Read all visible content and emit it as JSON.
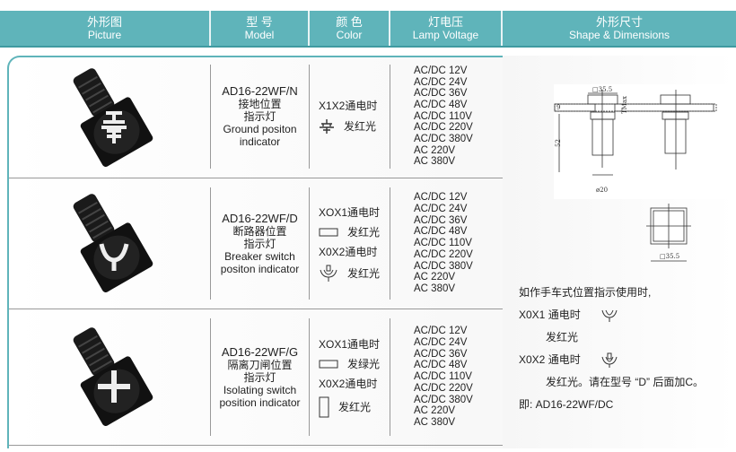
{
  "header": [
    {
      "zh": "外形图",
      "en": "Picture"
    },
    {
      "zh": "型 号",
      "en": "Model"
    },
    {
      "zh": "颜 色",
      "en": "Color"
    },
    {
      "zh": "灯电压",
      "en": "Lamp Voltage"
    },
    {
      "zh": "外形尺寸",
      "en": "Shape & Dimensions"
    }
  ],
  "rows": [
    {
      "model": "AD16-22WF/N",
      "zh1": "接地位置",
      "zh2": "指示灯",
      "en1": "Ground positon",
      "en2": "indicator",
      "color": [
        {
          "text": "X1X2通电时"
        },
        {
          "icon": "ground-symbol-icon",
          "text": "发红光"
        }
      ]
    },
    {
      "model": "AD16-22WF/D",
      "zh1": "断路器位置",
      "zh2": "指示灯",
      "en1": "Breaker switch",
      "en2": "positon indicator",
      "color": [
        {
          "text": "XOX1通电时"
        },
        {
          "icon": "horizontal-bar-icon",
          "text": "发红光"
        },
        {
          "text": "X0X2通电时"
        },
        {
          "icon": "breaker-closed-icon",
          "text": "发红光"
        }
      ]
    },
    {
      "model": "AD16-22WF/G",
      "zh1": "隔离刀闸位置",
      "zh2": "指示灯",
      "en1": "Isolating switch",
      "en2": "position indicator",
      "color": [
        {
          "text": "XOX1通电时"
        },
        {
          "icon": "horizontal-bar-icon",
          "text": "发绿光"
        },
        {
          "text": "X0X2通电时"
        },
        {
          "icon": "vertical-bar-icon",
          "text": "发红光"
        }
      ]
    }
  ],
  "voltages": [
    "AC/DC 12V",
    "AC/DC 24V",
    "AC/DC 36V",
    "AC/DC 48V",
    "AC/DC 110V",
    "AC/DC 220V",
    "AC/DC 380V",
    "AC 220V",
    "AC 380V"
  ],
  "dimensions": {
    "square": "□35.5",
    "tmax": "TMax",
    "h9": "9",
    "h52": "52",
    "dia": "ø20",
    "square2": "□35.5"
  },
  "note": {
    "l1": "如作手车式位置指示使用时,",
    "l2": "X0X1 通电时",
    "l3": "发红光",
    "l4": "X0X2 通电时",
    "l5": "发红光。请在型号 “D” 后面加C。",
    "l6": "即: AD16-22WF/DC"
  }
}
